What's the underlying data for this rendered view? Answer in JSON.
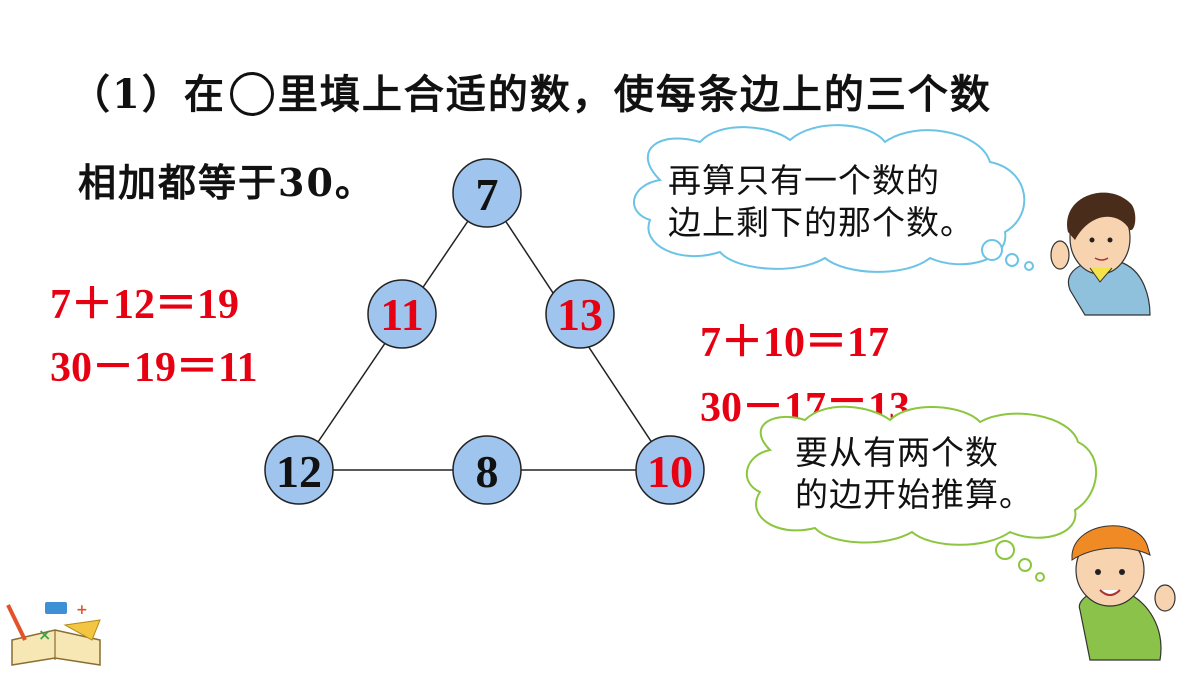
{
  "question": {
    "prefix": "（1）在",
    "suffix": "里填上合适的数，使每条边上的三个数",
    "line2": "相加都等于30。"
  },
  "left_calc": [
    "7＋12＝19",
    "30－19＝11"
  ],
  "right_calc": [
    "7＋10＝17",
    "30－17＝13"
  ],
  "triangle": {
    "top": "7",
    "left_mid": "11",
    "right_mid": "13",
    "bottom_left": "12",
    "bottom_mid": "8",
    "bottom_right": "10",
    "circle_fill": "#9fc5ee",
    "given_color": "#111111",
    "answer_color": "#e60012"
  },
  "bubble_top": [
    "再算只有一个数的",
    "边上剩下的那个数。"
  ],
  "bubble_bottom": [
    "要从有两个数",
    "的边开始推算。"
  ]
}
